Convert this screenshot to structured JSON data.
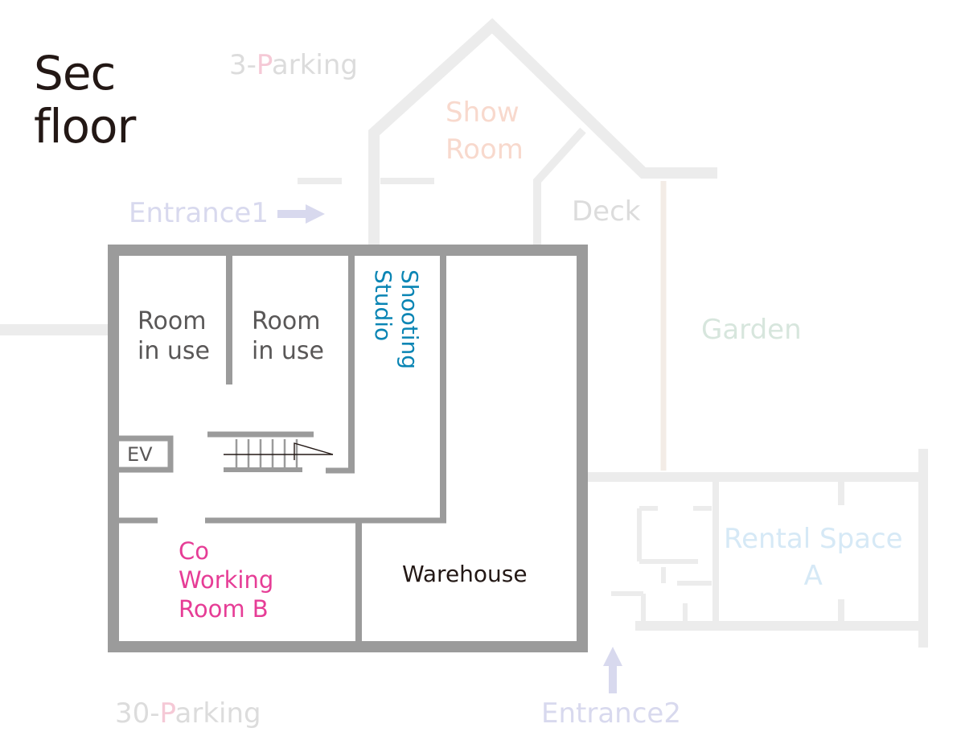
{
  "title": {
    "line1": "Sec",
    "line2": "floor"
  },
  "colors": {
    "wall_main": "#9b9b9b",
    "wall_faint": "#ececec",
    "title": "#231815",
    "room_text": "#595757",
    "studio": "#0a85b4",
    "coworking": "#e63d96",
    "parking_text": "#dcdcdc",
    "parking_accent": "#f5c9d6",
    "showroom": "#f8d9cd",
    "entrance": "#d8d9ee",
    "deck": "#dcdcdc",
    "garden": "#d7e6dd",
    "rental": "#d6e9f6"
  },
  "parking_top": {
    "number": "3-",
    "accent": "P",
    "rest": "arking"
  },
  "parking_bottom": {
    "number": "30-",
    "accent": "P",
    "rest": "arking"
  },
  "show_room": {
    "line1": "Show",
    "line2": "Room"
  },
  "entrance1": {
    "label": "Entrance1"
  },
  "entrance2": {
    "label": "Entrance2"
  },
  "deck": {
    "label": "Deck"
  },
  "garden": {
    "label": "Garden"
  },
  "rental_space": {
    "line1": "Rental Space",
    "line2": "A"
  },
  "rooms": {
    "room_in_use_1": {
      "line1": "Room",
      "line2": "in use"
    },
    "room_in_use_2": {
      "line1": "Room",
      "line2": "in use"
    },
    "shooting_studio": {
      "line1": "Shooting",
      "line2": "Studio"
    },
    "ev": {
      "label": "EV"
    },
    "coworking_b": {
      "line1": "Co",
      "line2": "Working",
      "line3": "Room B"
    },
    "warehouse": {
      "label": "Warehouse"
    }
  }
}
